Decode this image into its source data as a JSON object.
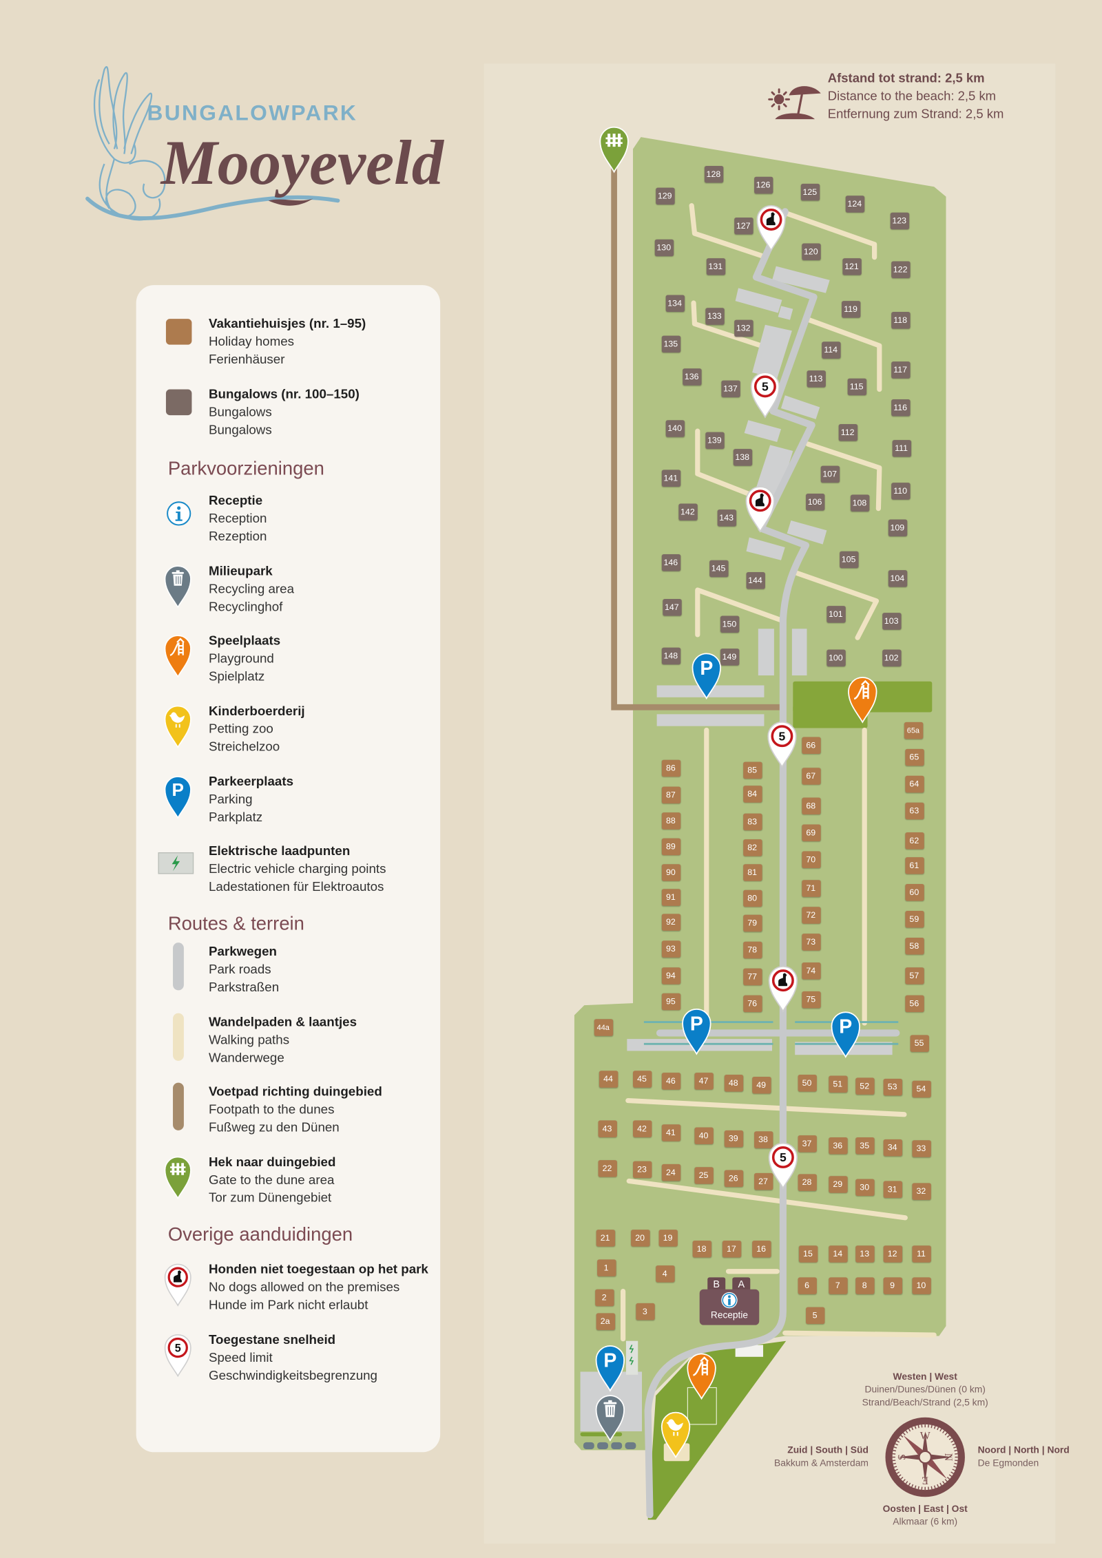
{
  "logo": {
    "line1": "BUNGALOWPARK",
    "line2": "Mooyeveld"
  },
  "beach": {
    "nl": "Afstand tot strand: 2,5 km",
    "en": "Distance to the beach: 2,5 km",
    "de": "Entfernung zum Strand: 2,5 km"
  },
  "legend": {
    "groups": [
      {
        "heading": null,
        "items": [
          {
            "icon": "holiday-swatch",
            "title": "Vakantiehuisjes (nr. 1–95)",
            "en": "Holiday homes",
            "de": "Ferienhäuser"
          },
          {
            "icon": "bungalow-swatch",
            "title": "Bungalows (nr. 100–150)",
            "en": "Bungalows",
            "de": "Bungalows"
          }
        ]
      },
      {
        "heading": "Parkvoorzieningen",
        "items": [
          {
            "icon": "info",
            "title": "Receptie",
            "en": "Reception",
            "de": "Rezeption"
          },
          {
            "icon": "recycle",
            "title": "Milieupark",
            "en": "Recycling area",
            "de": "Recyclinghof"
          },
          {
            "icon": "playground",
            "title": "Speelplaats",
            "en": "Playground",
            "de": "Spielplatz"
          },
          {
            "icon": "zoo",
            "title": "Kinderboerderij",
            "en": "Petting zoo",
            "de": "Streichelzoo"
          },
          {
            "icon": "parking",
            "title": "Parkeerplaats",
            "en": "Parking",
            "de": "Parkplatz"
          },
          {
            "icon": "ev",
            "title": "Elektrische laadpunten",
            "en": "Electric vehicle charging points",
            "de": "Ladestationen für Elektroautos"
          }
        ]
      },
      {
        "heading": "Routes & terrein",
        "items": [
          {
            "icon": "road",
            "title": "Parkwegen",
            "en": "Park roads",
            "de": "Parkstraßen"
          },
          {
            "icon": "walk",
            "title": "Wandelpaden & laantjes",
            "en": "Walking paths",
            "de": "Wanderwege"
          },
          {
            "icon": "footpath",
            "title": "Voetpad richting duingebied",
            "en": "Footpath to the dunes",
            "de": "Fußweg zu den Dünen"
          },
          {
            "icon": "gate",
            "title": "Hek naar duingebied",
            "en": "Gate to the dune area",
            "de": "Tor zum Dünengebiet"
          }
        ]
      },
      {
        "heading": "Overige aanduidingen",
        "items": [
          {
            "icon": "nodogs",
            "title": "Honden niet toegestaan op het park",
            "en": "No dogs allowed on the premises",
            "de": "Hunde im Park nicht erlaubt"
          },
          {
            "icon": "speed",
            "title": "Toegestane snelheid",
            "en": "Speed limit",
            "de": "Geschwindigkeitsbegrenzung"
          }
        ]
      }
    ]
  },
  "map": {
    "speed_limit": "5",
    "parking_label": "P",
    "reception": {
      "label": "Receptie",
      "building_b": "B",
      "building_a": "A"
    },
    "bungalows": [
      "100",
      "101",
      "102",
      "103",
      "104",
      "105",
      "106",
      "107",
      "108",
      "109",
      "110",
      "111",
      "112",
      "113",
      "114",
      "115",
      "116",
      "117",
      "118",
      "119",
      "120",
      "121",
      "122",
      "123",
      "124",
      "125",
      "126",
      "127",
      "128",
      "129",
      "130",
      "131",
      "132",
      "133",
      "134",
      "135",
      "136",
      "137",
      "138",
      "139",
      "140",
      "141",
      "142",
      "143",
      "144",
      "145",
      "146",
      "147",
      "148",
      "149",
      "150"
    ],
    "holiday_homes": [
      "1",
      "2",
      "2a",
      "3",
      "4",
      "5",
      "6",
      "7",
      "8",
      "9",
      "10",
      "11",
      "12",
      "13",
      "14",
      "15",
      "16",
      "17",
      "18",
      "19",
      "20",
      "21",
      "22",
      "23",
      "24",
      "25",
      "26",
      "27",
      "28",
      "29",
      "30",
      "31",
      "32",
      "33",
      "34",
      "35",
      "36",
      "37",
      "38",
      "39",
      "40",
      "41",
      "42",
      "43",
      "44",
      "44a",
      "45",
      "46",
      "47",
      "48",
      "49",
      "50",
      "51",
      "52",
      "53",
      "54",
      "55",
      "56",
      "57",
      "58",
      "59",
      "60",
      "61",
      "62",
      "63",
      "64",
      "65",
      "65a",
      "66",
      "67",
      "68",
      "69",
      "70",
      "71",
      "72",
      "73",
      "74",
      "75",
      "76",
      "77",
      "78",
      "79",
      "80",
      "81",
      "82",
      "83",
      "84",
      "85",
      "86",
      "87",
      "88",
      "89",
      "90",
      "91",
      "92",
      "93",
      "94",
      "95"
    ]
  },
  "compass": {
    "west": {
      "title": "Westen | West",
      "line1": "Duinen/Dunes/Dünen  (0 km)",
      "line2": "Strand/Beach/Strand (2,5 km)"
    },
    "south": {
      "title": "Zuid | South | Süd",
      "line1": "Bakkum & Amsterdam"
    },
    "north": {
      "title": "Noord | North | Nord",
      "line1": "De Egmonden"
    },
    "east": {
      "title": "Oosten | East | Ost",
      "line1": "Alkmaar (6 km)"
    },
    "letters": {
      "w": "W",
      "n": "N",
      "e": "E",
      "s": "S"
    }
  },
  "colors": {
    "brand": "#6e4a4d",
    "logo_blue": "#7fb0c8",
    "grass": "#b1c283",
    "grass_dark": "#7fa336",
    "holiday": "#ad7b4e",
    "bungalow": "#7b6a64",
    "road": "#c7c9cb",
    "walk": "#efe3c2",
    "footpath": "#a68b6b",
    "parking": "#0a7fc8",
    "playground": "#ee7d11",
    "zoo": "#f2c21b",
    "recycle": "#6b7b86",
    "gate": "#7ba13a",
    "info": "#1a8ac8"
  }
}
